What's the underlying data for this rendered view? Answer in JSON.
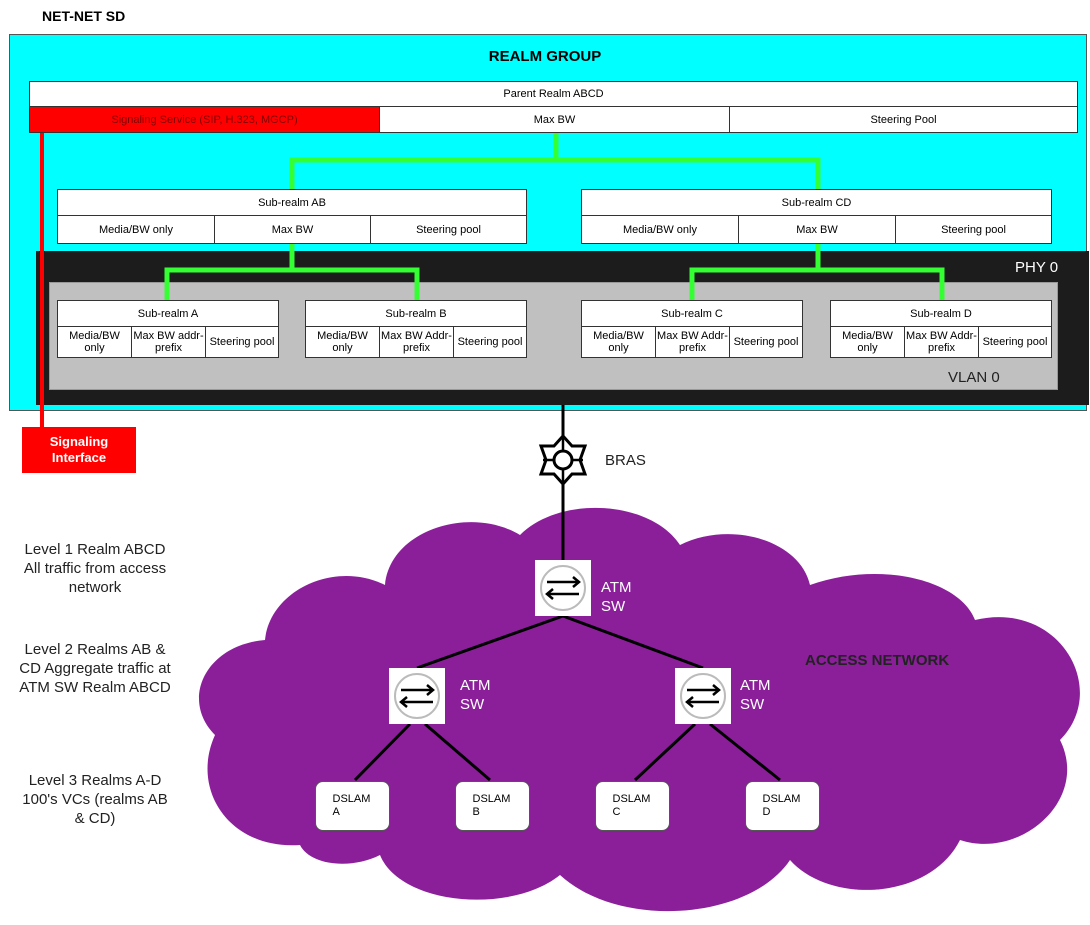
{
  "title": "NET-NET SD",
  "realm_group": "REALM GROUP",
  "parent_realm": {
    "name": "Parent Realm ABCD",
    "signaling": "Signaling Service (SIP, H.323, MGCP)",
    "max_bw": "Max BW",
    "steering": "Steering Pool"
  },
  "sub_realm_ab": {
    "name": "Sub-realm AB",
    "media": "Media/BW only",
    "max_bw": "Max BW",
    "steering": "Steering pool"
  },
  "sub_realm_cd": {
    "name": "Sub-realm CD",
    "media": "Media/BW only",
    "max_bw": "Max BW",
    "steering": "Steering pool"
  },
  "phy": "PHY 0",
  "vlan": "VLAN 0",
  "leaf_realms": [
    {
      "name": "Sub-realm A",
      "media": "Media/BW only",
      "max_bw": "Max BW addr-prefix",
      "steering": "Steering pool"
    },
    {
      "name": "Sub-realm B",
      "media": "Media/BW only",
      "max_bw": "Max BW Addr-prefix",
      "steering": "Steering pool"
    },
    {
      "name": "Sub-realm C",
      "media": "Media/BW only",
      "max_bw": "Max BW Addr-prefix",
      "steering": "Steering pool"
    },
    {
      "name": "Sub-realm D",
      "media": "Media/BW only",
      "max_bw": "Max BW Addr-prefix",
      "steering": "Steering pool"
    }
  ],
  "signaling_interface": "Signaling Interface",
  "bras": "BRAS",
  "access_network": "ACCESS NETWORK",
  "atm_sw": "ATM SW",
  "dslams": [
    "DSLAM A",
    "DSLAM B",
    "DSLAM C",
    "DSLAM D"
  ],
  "levels": [
    "Level 1 Realm ABCD All traffic from access network",
    "Level 2 Realms AB & CD Aggregate traffic at ATM SW Realm ABCD",
    "Level 3 Realms A-D 100's VCs (realms AB & CD)"
  ],
  "colors": {
    "realm_group_bg": "#00ffff",
    "signaling": "#ff0000",
    "link": "#33ff33",
    "cloud": "#8b1f9a",
    "phy_bg": "#1c1c1c",
    "vlan_bg": "#c0c0c0"
  }
}
